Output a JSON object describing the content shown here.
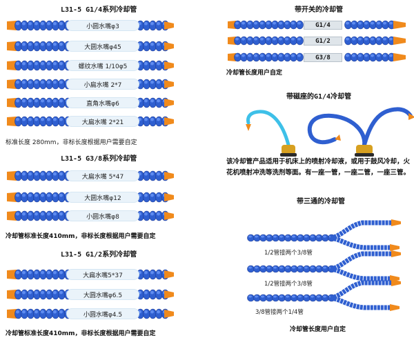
{
  "section1": {
    "title": "L31-5   G1/4系列冷却管",
    "items": [
      "小圆水嘴φ3",
      "大圆水嘴φ45",
      "螺纹水嘴 1/10φ5",
      "小扁水嘴 2*7",
      "直角水嘴φ6",
      "大扁水嘴 2*21"
    ],
    "note": "标准长度 280mm，非标长度根据用户需要自定"
  },
  "section2": {
    "title": "L31-5   G3/8系列冷却管",
    "items": [
      "大扁水嘴 5*47",
      "大圆水嘴φ12",
      "小圆水嘴φ8"
    ],
    "note": "冷却管标准长度410mm，非标长度根据用户需要自定"
  },
  "section3": {
    "title": "L31-5   G1/2系列冷却管",
    "items": [
      "大扁水嘴5*37",
      "大圆水嘴φ6.5",
      "小圆水嘴φ4.5"
    ],
    "note": "冷却管标准长度410mm，非标长度根据用户需要自定"
  },
  "switch_section": {
    "title": "带开关的冷却管",
    "items": [
      "G1/4",
      "G1/2",
      "G3/8"
    ],
    "note": "冷却管长度用户自定"
  },
  "magnetic_section": {
    "title": "带磁座的G1/4冷却管",
    "description": "该冷却管产品适用于机床上的喷射冷却液，或用于鼓风冷却，火花机喷射冲洗等洗剂等面。有一座一管，一座二管，一座三管。"
  },
  "tee_section": {
    "title": "带三通的冷却管",
    "items": [
      "1/2管接两个3/8管",
      "1/2管接两个3/8管",
      "3/8管接两个1/4管"
    ],
    "note": "冷却管长度用户自定"
  },
  "colors": {
    "hose_blue": "#2f5fd0",
    "segment_light": "#5f8cf0",
    "fitting_orange": "#f08a1c",
    "pill_bg": "#eaf3fa"
  }
}
